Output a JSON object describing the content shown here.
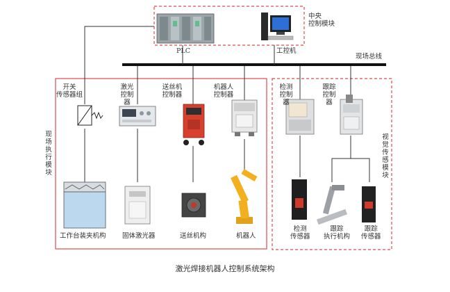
{
  "top_module": {
    "title": "中央\n控制模块",
    "plc_label": "PLC",
    "ipc_label": "工控机"
  },
  "bus_label": "现场总线",
  "left_module": {
    "title": "现场执行模块",
    "devices": [
      {
        "top": "开关\n传感器组",
        "bottom": "工作台装夹机构"
      },
      {
        "top": "激光\n控制器",
        "bottom": "固体激光器"
      },
      {
        "top": "送丝机\n控制器",
        "bottom": "送丝机构"
      },
      {
        "top": "机器人\n控制器",
        "bottom": "机器人"
      }
    ]
  },
  "right_module": {
    "title": "视觉传感模块",
    "devices": [
      {
        "top": "检测\n控制器",
        "bottom": "检测\n传感器"
      },
      {
        "top": "跟踪\n控制器",
        "bottom": "跟踪\n执行机构"
      }
    ],
    "extra_bottom": "跟踪\n传感器"
  },
  "caption": "激光焊接机器人控制系统架构",
  "colors": {
    "frame": "#e04a4a",
    "bus": "#111111",
    "line": "#333333"
  }
}
